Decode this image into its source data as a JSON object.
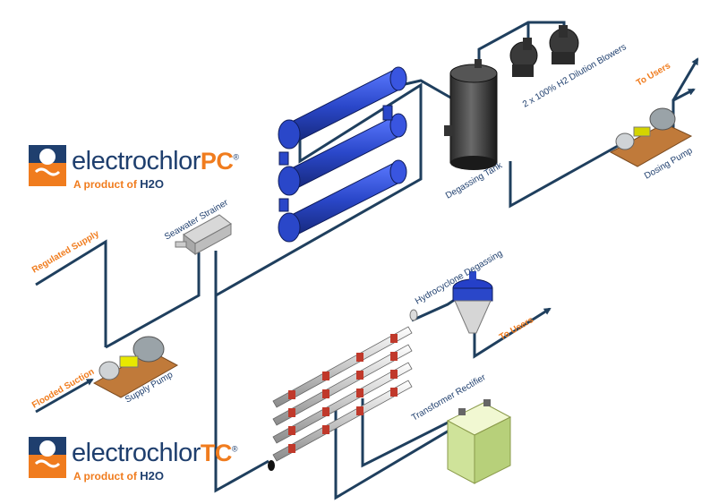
{
  "logos": [
    {
      "name_main": "electrochlor",
      "name_suffix": "PC",
      "reg": "®",
      "tagline": "A product of",
      "brand": "H2O"
    },
    {
      "name_main": "electrochlor",
      "name_suffix": "TC",
      "reg": "®",
      "tagline": "A product of",
      "brand": "H2O"
    }
  ],
  "labels": {
    "regulated_supply": "Regulated Supply",
    "flooded_suction": "Flooded Suction",
    "supply_pump": "Supply Pump",
    "seawater_strainer": "Seawater Strainer",
    "degassing_tank": "Degassing Tank",
    "dilution_blowers": "2 x 100% H2 Dilution Blowers",
    "to_users_top": "To Users",
    "dosing_pump": "Dosing Pump",
    "hydrocyclone": "Hydrocyclone Degassing",
    "to_users_mid": "To Users",
    "transformer": "Transformer Rectifier"
  },
  "colors": {
    "pipe": "#1f3f5e",
    "accent": "#f07c1e",
    "brand_blue": "#1f3f6e",
    "cell_blue": "#2a47c9",
    "skid": "#c07a3a"
  }
}
